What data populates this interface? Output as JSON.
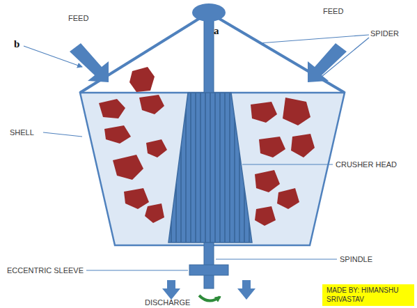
{
  "diagram": {
    "nodes": [
      {
        "text": [
          "MADE BY: HIMANSHU SRIVASTAV"
        ]
      }
    ],
    "labels": [
      "FEED",
      "FEED",
      "SPIDER",
      "a",
      "b",
      "SHELL",
      "CRUSHER HEAD",
      "SPINDLE",
      "ECCENTRIC SLEEVE",
      "DISCHARGE"
    ]
  }
}
